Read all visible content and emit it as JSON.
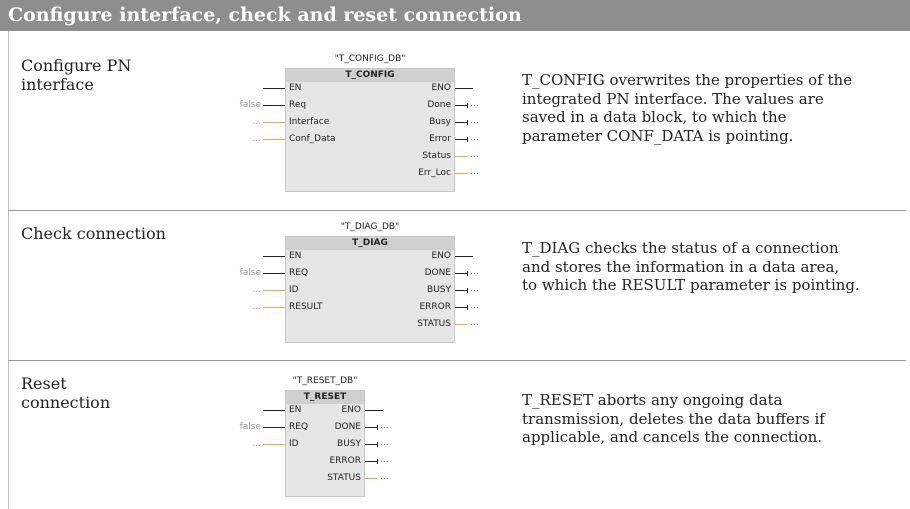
{
  "header": {
    "title": "Configure interface, check and reset connection"
  },
  "rows": [
    {
      "label": [
        "Configure PN",
        "interface"
      ],
      "block": {
        "instance": "\"T_CONFIG_DB\"",
        "name": "T_CONFIG",
        "inputs": [
          "EN",
          "Req",
          "Interface",
          "Conf_Data"
        ],
        "input_values": [
          "",
          "false",
          "...",
          "..."
        ],
        "outputs": [
          "ENO",
          "Done",
          "Busy",
          "Error",
          "Status",
          "Err_Loc"
        ]
      },
      "description": [
        "T_CONFIG overwrites the properties of the",
        "integrated PN interface. The values are",
        "saved in a data block, to which the",
        "parameter CONF_DATA is pointing."
      ]
    },
    {
      "label": [
        "Check connection"
      ],
      "block": {
        "instance": "\"T_DIAG_DB\"",
        "name": "T_DIAG",
        "inputs": [
          "EN",
          "REQ",
          "ID",
          "RESULT"
        ],
        "input_values": [
          "",
          "false",
          "...",
          "..."
        ],
        "outputs": [
          "ENO",
          "DONE",
          "BUSY",
          "ERROR",
          "STATUS"
        ]
      },
      "description": [
        "T_DIAG checks the status of a connection",
        "and stores the information in a data area,",
        "to which the RESULT parameter is pointing."
      ]
    },
    {
      "label": [
        "Reset",
        "connection"
      ],
      "block": {
        "instance": "\"T_RESET_DB\"",
        "name": "T_RESET",
        "inputs": [
          "EN",
          "REQ",
          "ID"
        ],
        "input_values": [
          "",
          "false",
          "..."
        ],
        "outputs": [
          "ENO",
          "DONE",
          "BUSY",
          "ERROR",
          "STATUS"
        ]
      },
      "description": [
        "T_RESET aborts any ongoing data",
        "transmission, deletes the data buffers if",
        "applicable, and cancels the connection."
      ]
    }
  ],
  "output_value": "...",
  "colors": {
    "header_bg": "#8e8e8e",
    "block_bg": "#e6e6e6",
    "block_title_bg": "#cfcfcf",
    "bool_wire": "#222222",
    "data_wire": "#f0a830"
  }
}
